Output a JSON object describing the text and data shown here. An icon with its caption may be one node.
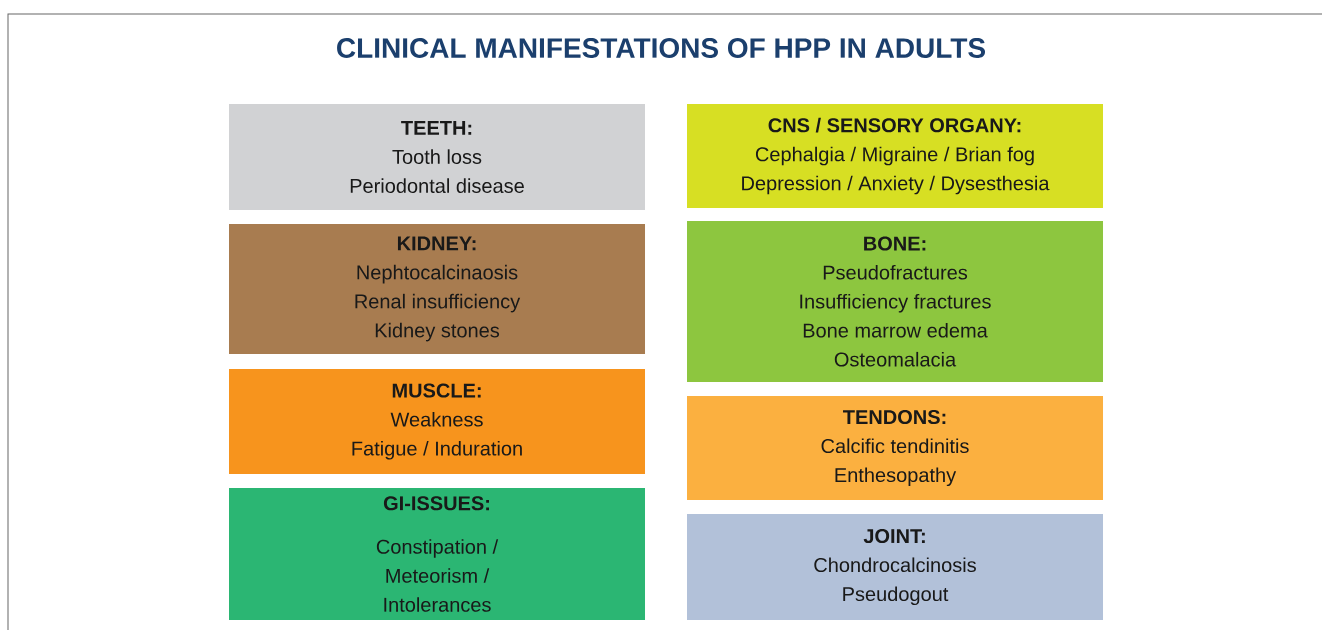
{
  "diagram": {
    "title": "CLINICAL MANIFESTATIONS OF HPP IN ADULTS",
    "nodes": [
      {
        "text": [
          "TEETH:",
          "Tooth loss",
          "Periodontal disease"
        ]
      },
      {
        "text": [
          "CNS / SENSORY ORGANY:",
          "Cephalgia / Migraine / Brian fog",
          "Depression / Anxiety / Dysesthesia"
        ]
      },
      {
        "text": [
          "KIDNEY:",
          "Nephtocalcinaosis",
          "Renal insufficiency",
          "Kidney stones"
        ]
      },
      {
        "text": [
          "BONE:",
          "Pseudofractures",
          "Insufficiency fractures",
          "Bone marrow edema",
          "Osteomalacia"
        ]
      },
      {
        "text": [
          "MUSCLE:",
          "Weakness",
          "Fatigue / Induration"
        ]
      },
      {
        "text": [
          "TENDONS:",
          "Calcific tendinitis",
          "Enthesopathy"
        ]
      },
      {
        "text": [
          "GI-ISSUES:",
          "Constipation / Meteorism / Intolerances"
        ]
      },
      {
        "text": [
          "JOINT:",
          "Chondrocalcinosis",
          "Pseudogout"
        ]
      }
    ]
  }
}
